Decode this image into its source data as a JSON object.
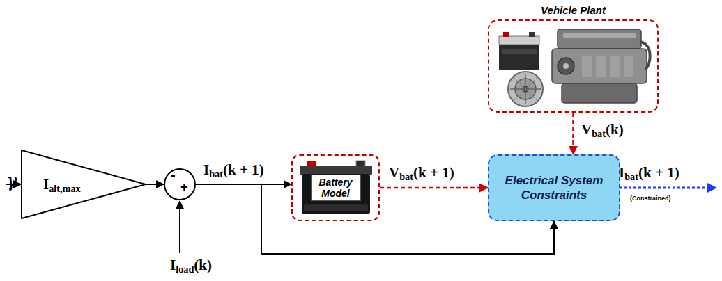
{
  "diagram": {
    "nodes": [
      {
        "text": [
          "Ialt,max"
        ]
      },
      {
        "text": [
          "-",
          "+"
        ]
      },
      {
        "text": [
          "Battery Model"
        ]
      },
      {
        "text": [
          "Vehicle Plant"
        ]
      },
      {
        "text": [
          "Electrical System Constraints"
        ]
      }
    ],
    "edges": [
      {
        "from": 0,
        "to": 1,
        "arrow": "to"
      },
      {
        "from": 1,
        "to": 2,
        "label": "Ibat(k + 1)",
        "arrow": "to"
      },
      {
        "from": 1,
        "to": 4,
        "arrow": "to"
      },
      {
        "from": 2,
        "to": 4,
        "label": "Vbat(k + 1)",
        "arrow": "to"
      },
      {
        "from": 3,
        "to": 4,
        "label": "Vbat(k)",
        "arrow": "to"
      }
    ],
    "labels": [
      "γ",
      "Iload(k)",
      "Ibat(k + 1)",
      "(Constrained)"
    ]
  }
}
